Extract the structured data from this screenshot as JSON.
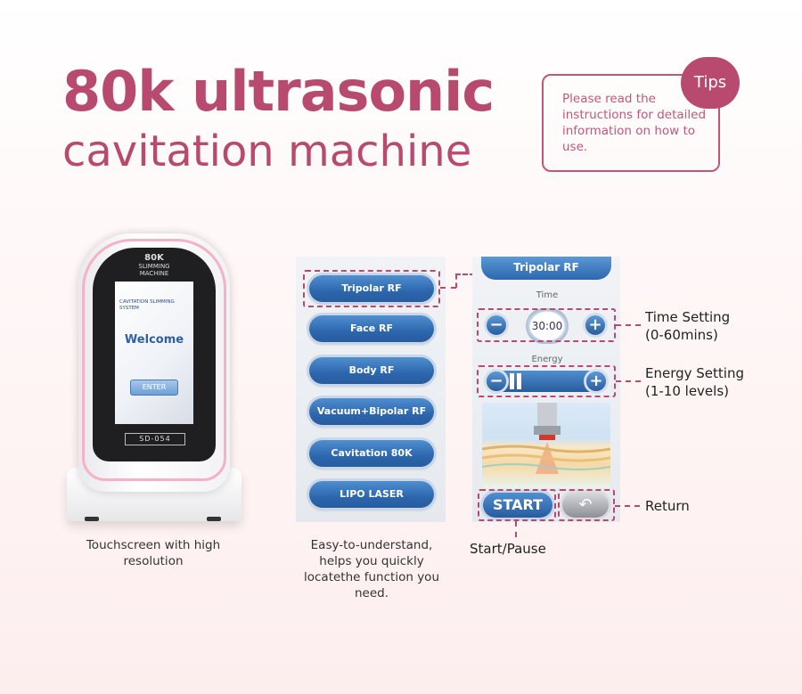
{
  "title": {
    "line1": "80k ultrasonic",
    "line2": "cavitation machine"
  },
  "tips": {
    "badge": "Tips",
    "text": "Please read the instructions for detailed information on how to use."
  },
  "device": {
    "brand_line1": "80K",
    "brand_line2": "SLIMMING",
    "brand_line3": "MACHINE",
    "screen_system": "CAVITATION SLIMMING SYSTEM",
    "screen_welcome": "Welcome",
    "screen_enter": "ENTER",
    "model": "SD-054",
    "caption": "Touchscreen with high resolution"
  },
  "menu": {
    "items": [
      {
        "label": "Tripolar RF"
      },
      {
        "label": "Face RF"
      },
      {
        "label": "Body RF"
      },
      {
        "label": "Vacuum+Bipolar RF"
      },
      {
        "label": "Cavitation 80K"
      },
      {
        "label": "LIPO LASER"
      }
    ],
    "caption": "Easy-to-understand, helps you quickly locatethe function you need."
  },
  "control": {
    "header": "Tripolar RF",
    "time_label": "Time",
    "time_value": "30:00",
    "energy_label": "Energy",
    "energy_level": 2,
    "start_label": "START"
  },
  "callouts": {
    "time_title": "Time Setting",
    "time_range": "(0-60mins)",
    "energy_title": "Energy Setting",
    "energy_range": "(1-10 levels)",
    "return": "Return",
    "start_pause": "Start/Pause"
  },
  "colors": {
    "brand": "#b84a6f",
    "button_blue": "#2d66ad"
  }
}
